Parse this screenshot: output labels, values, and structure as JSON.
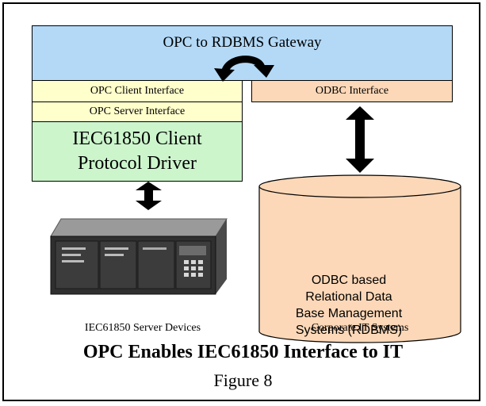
{
  "gateway": {
    "label": "OPC to RDBMS Gateway"
  },
  "interfaces": {
    "opc_client": "OPC Client Interface",
    "opc_server": "OPC Server Interface",
    "odbc": "ODBC Interface"
  },
  "driver": {
    "line1": "IEC61850 Client",
    "line2": "Protocol Driver"
  },
  "database": {
    "line1": "ODBC based",
    "line2": "Relational Data",
    "line3": "Base Management",
    "line4": "Systems (RDBMS)"
  },
  "captions": {
    "server_devices": "IEC61850 Server Devices",
    "it_systems": "Corporate IT Systems"
  },
  "figure": {
    "title": "OPC Enables IEC61850 Interface to IT",
    "number": "Figure 8"
  },
  "colors": {
    "gateway": "#b3d9f7",
    "opc_interface": "#ffffcc",
    "odbc_interface": "#fcd8b8",
    "driver": "#ccf5cc",
    "database": "#fcd8b8"
  }
}
